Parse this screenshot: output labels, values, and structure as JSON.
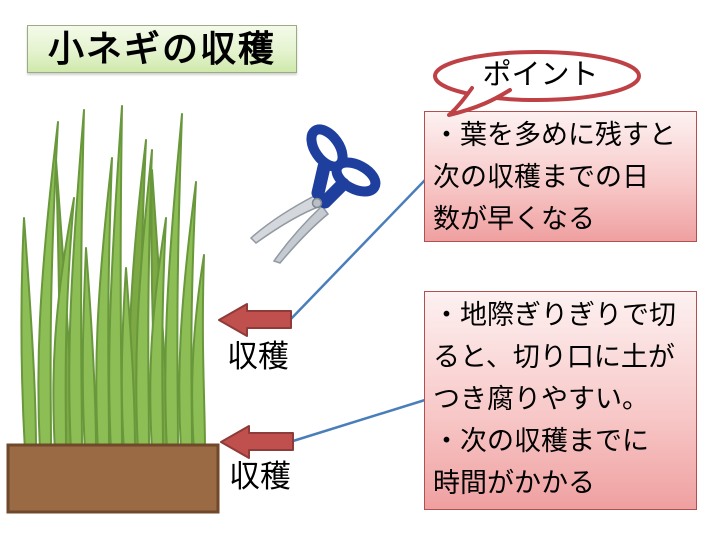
{
  "slide": {
    "title": "小ネギの収穫",
    "bubble_label": "ポイント",
    "callout1": "・葉を多めに残すと\n次の収穫までの日\n数が早くなる",
    "callout2": "・地際ぎりぎりで切\nると、切り口に土が\nつき腐りやすい。\n・次の収穫までに\n時間がかかる",
    "arrow1_label": "収穫",
    "arrow2_label": "収穫"
  },
  "icons": {
    "scissors": "scissors-icon",
    "plants": "green-onion-plants-icon",
    "soil": "soil-bed-icon",
    "bubble": "speech-bubble-icon",
    "arrows": "left-arrow-icon"
  },
  "colors": {
    "title_bg_top": "#F4FAE9",
    "title_bg_bottom": "#CFE9AB",
    "title_border": "#9BAB84",
    "callout_bg_top": "#FDF1F1",
    "callout_bg_bottom": "#EFA0A0",
    "callout_border": "#B05050",
    "bubble_border": "#BE4146",
    "arrow_fill": "#C0504D",
    "arrow_border": "#8E3B39",
    "connector_blue": "#4A7EBB",
    "grass_green": "#8CBE55",
    "grass_green_dark": "#7CA943",
    "grass_outline": "#69973B",
    "soil_brown": "#9A6A45",
    "soil_border": "#70482A",
    "scissors_handle_blue": "#1F3F9E",
    "scissors_blade_silver": "#D4D7DC"
  }
}
